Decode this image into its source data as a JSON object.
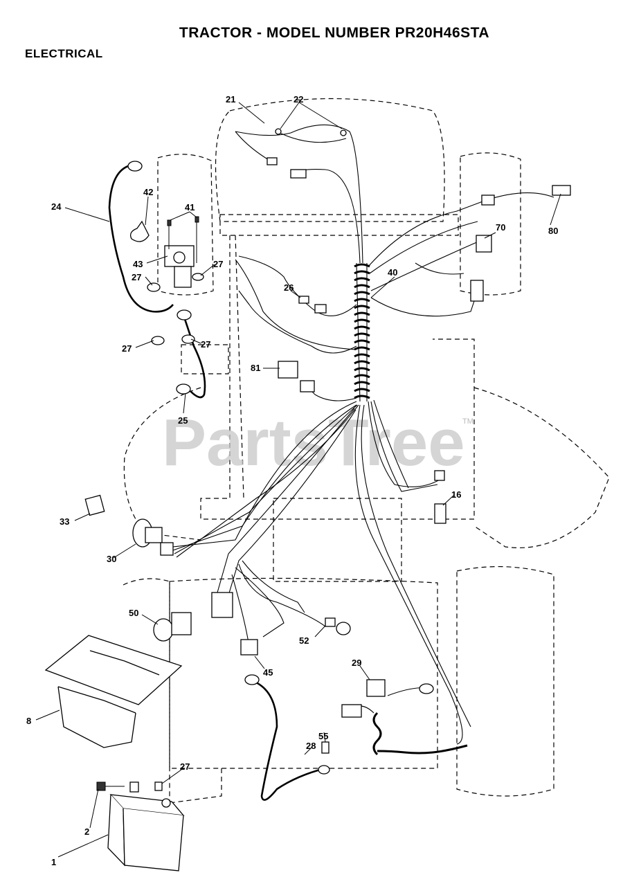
{
  "header": {
    "title": "TRACTOR - MODEL NUMBER PR20H46STA",
    "section": "ELECTRICAL"
  },
  "watermark": {
    "text": "PartsTree",
    "trademark": "TM"
  },
  "callouts": [
    {
      "id": "c21",
      "label": "21"
    },
    {
      "id": "c22",
      "label": "22"
    },
    {
      "id": "c24",
      "label": "24"
    },
    {
      "id": "c42",
      "label": "42"
    },
    {
      "id": "c41",
      "label": "41"
    },
    {
      "id": "c43",
      "label": "43"
    },
    {
      "id": "c27a",
      "label": "27"
    },
    {
      "id": "c27b",
      "label": "27"
    },
    {
      "id": "c27c",
      "label": "27"
    },
    {
      "id": "c27d",
      "label": "27"
    },
    {
      "id": "c80",
      "label": "80"
    },
    {
      "id": "c70",
      "label": "70"
    },
    {
      "id": "c40",
      "label": "40"
    },
    {
      "id": "c26",
      "label": "26"
    },
    {
      "id": "c81",
      "label": "81"
    },
    {
      "id": "c25",
      "label": "25"
    },
    {
      "id": "c16",
      "label": "16"
    },
    {
      "id": "c33",
      "label": "33"
    },
    {
      "id": "c30",
      "label": "30"
    },
    {
      "id": "c50",
      "label": "50"
    },
    {
      "id": "c52",
      "label": "52"
    },
    {
      "id": "c45",
      "label": "45"
    },
    {
      "id": "c29",
      "label": "29"
    },
    {
      "id": "c8",
      "label": "8"
    },
    {
      "id": "c55",
      "label": "55"
    },
    {
      "id": "c28",
      "label": "28"
    },
    {
      "id": "c27e",
      "label": "27"
    },
    {
      "id": "c2",
      "label": "2"
    },
    {
      "id": "c1",
      "label": "1"
    }
  ]
}
